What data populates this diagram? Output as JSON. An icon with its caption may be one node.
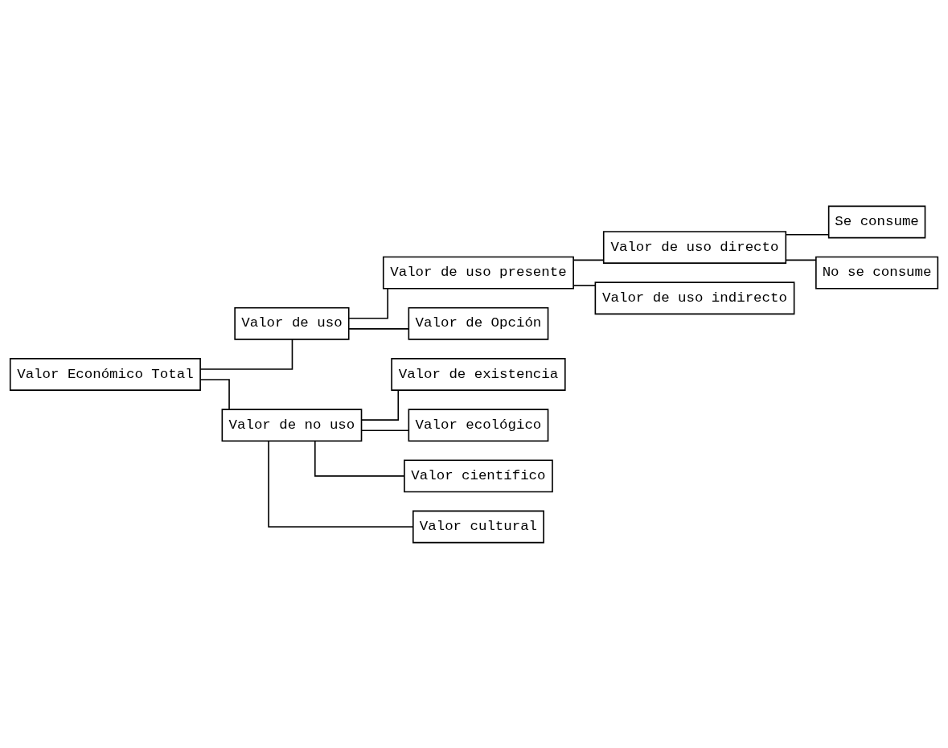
{
  "diagram": {
    "nodes": [
      {
        "text": [
          "Valor Económico Total"
        ]
      },
      {
        "text": [
          "Valor de uso"
        ]
      },
      {
        "text": [
          "Valor de no uso"
        ]
      },
      {
        "text": [
          "Valor de uso presente"
        ]
      },
      {
        "text": [
          "Valor de Opción"
        ]
      },
      {
        "text": [
          "Valor de uso directo"
        ]
      },
      {
        "text": [
          "Valor de uso indirecto"
        ]
      },
      {
        "text": [
          "Se consume"
        ]
      },
      {
        "text": [
          "No se consume"
        ]
      },
      {
        "text": [
          "Valor de existencia"
        ]
      },
      {
        "text": [
          "Valor ecológico"
        ]
      },
      {
        "text": [
          "Valor científico"
        ]
      },
      {
        "text": [
          "Valor cultural"
        ]
      }
    ],
    "edges": [
      {
        "from": 0,
        "to": 1,
        "arrow": "none"
      },
      {
        "from": 0,
        "to": 2,
        "arrow": "none"
      },
      {
        "from": 1,
        "to": 3,
        "arrow": "none"
      },
      {
        "from": 1,
        "to": 4,
        "arrow": "none"
      },
      {
        "from": 3,
        "to": 5,
        "arrow": "none"
      },
      {
        "from": 3,
        "to": 6,
        "arrow": "none"
      },
      {
        "from": 5,
        "to": 7,
        "arrow": "none"
      },
      {
        "from": 5,
        "to": 8,
        "arrow": "none"
      },
      {
        "from": 2,
        "to": 9,
        "arrow": "none"
      },
      {
        "from": 2,
        "to": 10,
        "arrow": "none"
      },
      {
        "from": 2,
        "to": 11,
        "arrow": "none"
      },
      {
        "from": 2,
        "to": 12,
        "arrow": "none"
      }
    ]
  }
}
